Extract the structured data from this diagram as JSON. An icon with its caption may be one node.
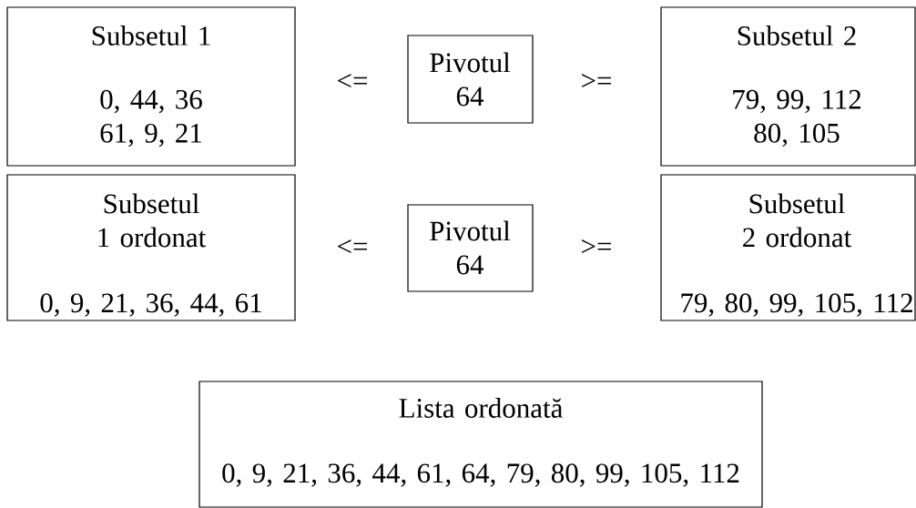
{
  "diagram": {
    "nodes": [
      {
        "text": [
          "Subsetul 1",
          "0, 44, 36 61, 9, 21"
        ]
      },
      {
        "text": [
          "Pivotul 64"
        ]
      },
      {
        "text": [
          "Subsetul 2",
          "79, 99, 112 80, 105"
        ]
      },
      {
        "text": [
          "Subsetul 1 ordonat",
          "0, 9, 21, 36, 44, 61"
        ]
      },
      {
        "text": [
          "Pivotul 64"
        ]
      },
      {
        "text": [
          "Subsetul 2 ordonat",
          "79, 80, 99, 105, 112"
        ]
      },
      {
        "text": [
          "Lista ordonată",
          "0, 9, 21, 36, 44, 61, 64, 79, 80, 99, 105, 112"
        ]
      }
    ],
    "labels": [
      "<=",
      ">=",
      "<=",
      ">="
    ]
  }
}
